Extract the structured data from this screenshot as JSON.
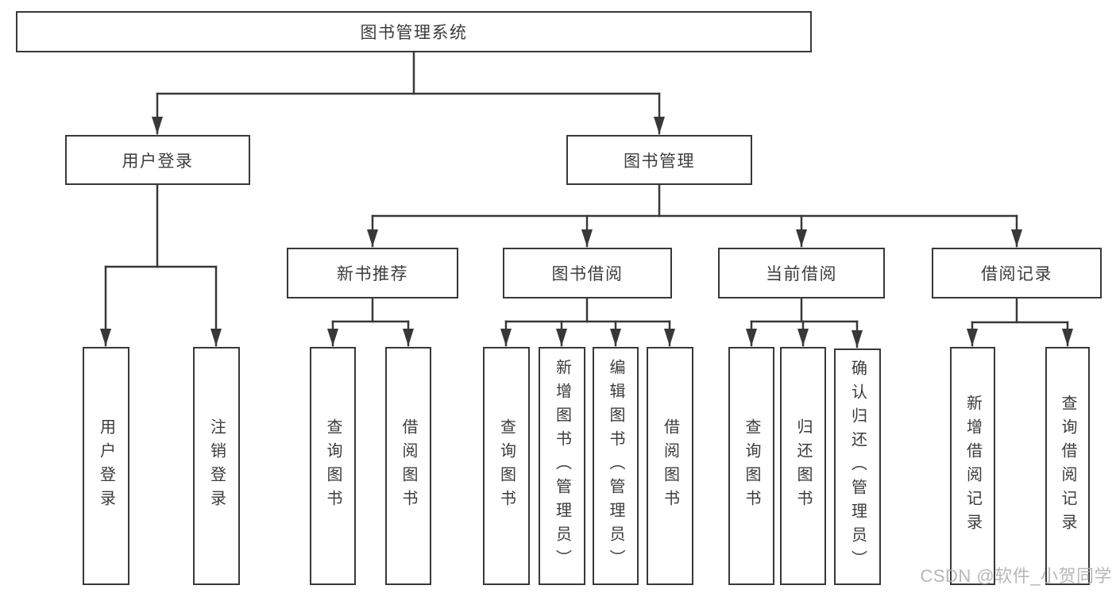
{
  "tree": {
    "root": {
      "label": "图书管理系统"
    },
    "user_login": {
      "label": "用户登录",
      "children": [
        {
          "label": "用户登录"
        },
        {
          "label": "注销登录"
        }
      ]
    },
    "book_management": {
      "label": "图书管理",
      "sections": [
        {
          "label": "新书推荐",
          "children": [
            {
              "label": "查询图书"
            },
            {
              "label": "借阅图书"
            }
          ]
        },
        {
          "label": "图书借阅",
          "children": [
            {
              "label": "查询图书"
            },
            {
              "label": "新增图书（管理员）"
            },
            {
              "label": "编辑图书（管理员）"
            },
            {
              "label": "借阅图书"
            }
          ]
        },
        {
          "label": "当前借阅",
          "children": [
            {
              "label": "查询图书"
            },
            {
              "label": "归还图书"
            },
            {
              "label": "确认归还（管理员）"
            }
          ]
        },
        {
          "label": "借阅记录",
          "children": [
            {
              "label": "新增借阅记录"
            },
            {
              "label": "查询借阅记录"
            }
          ]
        }
      ]
    }
  },
  "watermark": {
    "text": "CSDN @软件_小贺同学"
  },
  "colors": {
    "line": "#383838",
    "text": "#3c3c3c",
    "box_background": "#ffffff",
    "watermark": "#afafaf"
  }
}
